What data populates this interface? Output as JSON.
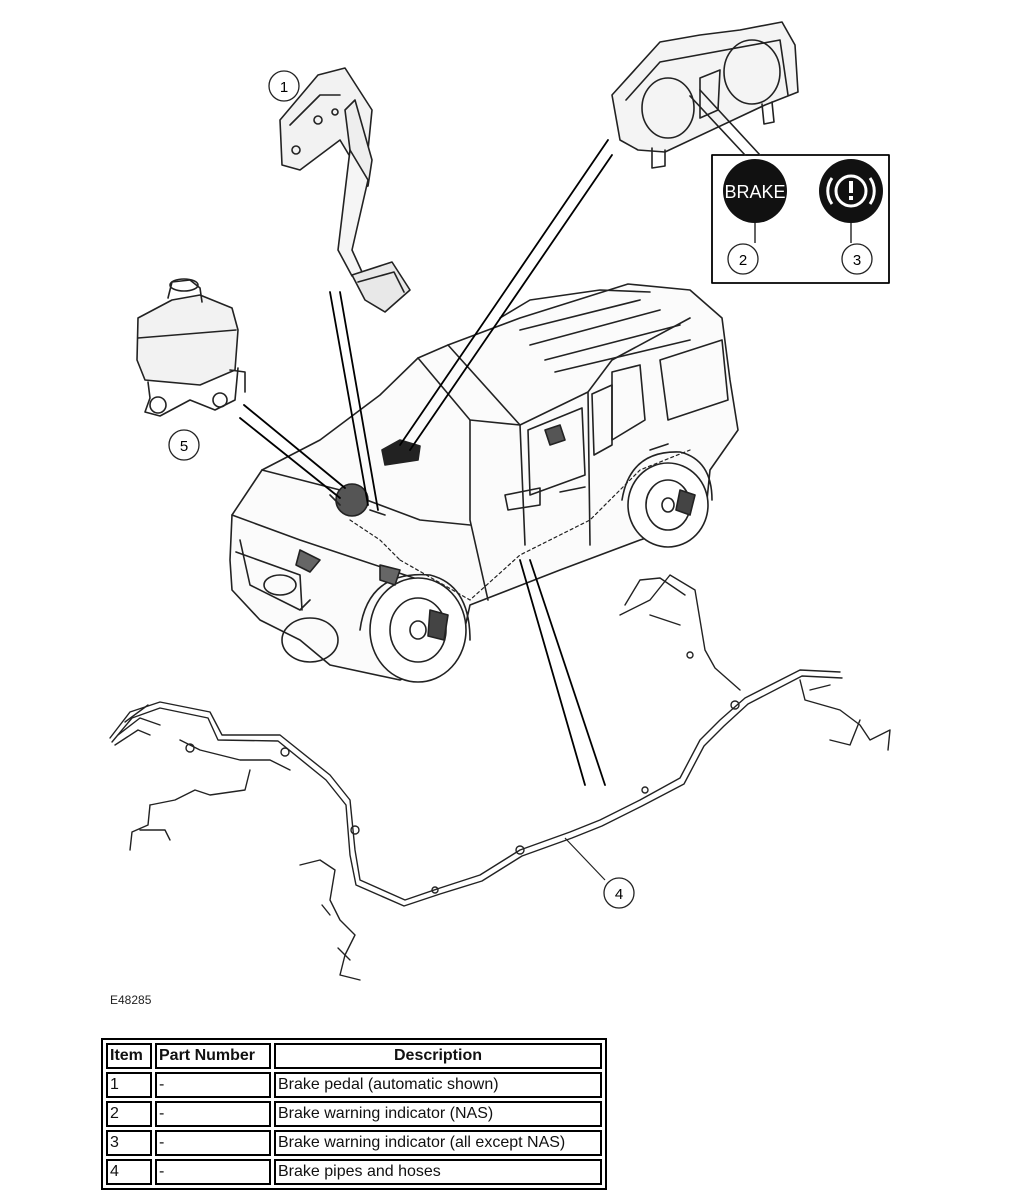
{
  "figure": {
    "code": "E48285",
    "callouts": [
      "1",
      "2",
      "3",
      "4",
      "5"
    ],
    "indicator_brake_text": "BRAKE"
  },
  "table": {
    "headers": [
      "Item",
      "Part Number",
      "Description"
    ],
    "rows": [
      {
        "item": "1",
        "part": "-",
        "description": "Brake pedal (automatic shown)"
      },
      {
        "item": "2",
        "part": "-",
        "description": "Brake warning indicator (NAS)"
      },
      {
        "item": "3",
        "part": "-",
        "description": "Brake warning indicator (all except NAS)"
      },
      {
        "item": "4",
        "part": "-",
        "description": "Brake pipes and hoses"
      }
    ]
  }
}
